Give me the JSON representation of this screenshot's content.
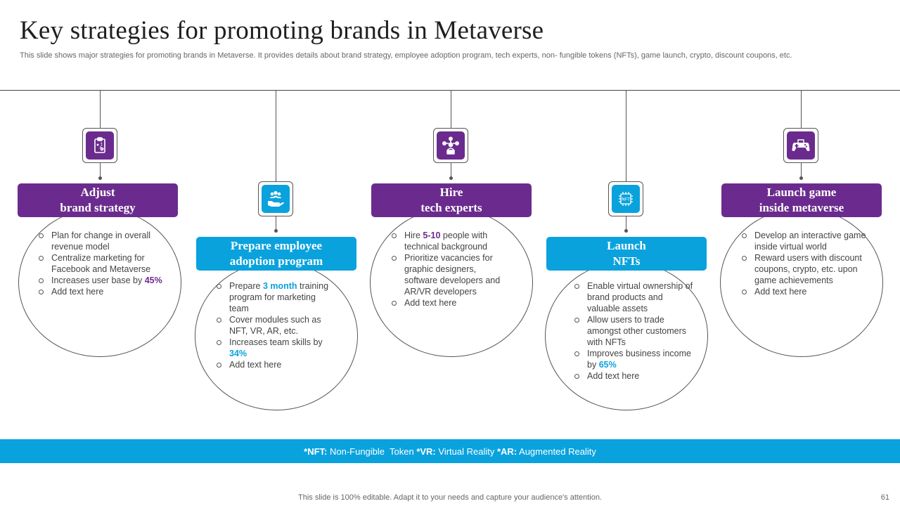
{
  "slide": {
    "title": "Key strategies for promoting brands in Metaverse",
    "subtitle": "This slide shows major strategies for promoting brands in Metaverse. It provides details about brand strategy, employee adoption program, tech experts, non- fungible tokens (NFTs), game launch, crypto,  discount coupons, etc.",
    "page_number": "61",
    "footer_note": "This slide is 100% editable. Adapt it to your needs and capture your audience's attention."
  },
  "colors": {
    "purple": "#6b2b8e",
    "blue": "#0aa2dd"
  },
  "legend": {
    "nft_key": "*NFT:",
    "nft_value": " Non-Fungible  Token ",
    "vr_key": "*VR:",
    "vr_value": " Virtual Reality ",
    "ar_key": "*AR:",
    "ar_value": " Augmented Reality"
  },
  "strategies": [
    {
      "icon": "clipboard-strategy-icon",
      "title_line1": "Adjust",
      "title_line2": "brand strategy",
      "bullets": [
        {
          "text": "Plan for change in overall revenue  model"
        },
        {
          "text": "Centralize marketing for Facebook and Metaverse"
        },
        {
          "pre": "Increases user base by ",
          "highlight": "45%"
        },
        {
          "text": "Add text here"
        }
      ]
    },
    {
      "icon": "hand-people-icon",
      "title_line1": "Prepare employee",
      "title_line2": "adoption program",
      "bullets": [
        {
          "pre": "Prepare ",
          "highlight": "3 month",
          "post": " training program for marketing team"
        },
        {
          "text": "Cover modules such as NFT, VR, AR, etc."
        },
        {
          "pre": "Increases team skills by ",
          "highlight": "34%"
        },
        {
          "text": "Add text here"
        }
      ]
    },
    {
      "icon": "tech-network-icon",
      "title_line1": "Hire",
      "title_line2": "tech experts",
      "bullets": [
        {
          "pre": "Hire ",
          "highlight": "5-10",
          "post": " people  with technical background"
        },
        {
          "text": "Prioritize vacancies  for graphic designers, software developers  and AR/VR developers"
        },
        {
          "text": "Add text here"
        }
      ]
    },
    {
      "icon": "nft-chip-icon",
      "title_line1": "Launch",
      "title_line2": "NFTs",
      "bullets": [
        {
          "text": "Enable virtual ownership of brand products and valuable  assets"
        },
        {
          "text": "Allow users to trade amongst other customers with NFTs"
        },
        {
          "pre": "Improves  business income by ",
          "highlight": "65%"
        },
        {
          "text": "Add text here"
        }
      ]
    },
    {
      "icon": "game-controller-icon",
      "title_line1": "Launch game",
      "title_line2": "inside metaverse",
      "bullets": [
        {
          "text": "Develop  an interactive game inside virtual world"
        },
        {
          "text": "Reward users with discount coupons, crypto, etc. upon game achievements"
        },
        {
          "text": "Add text here"
        }
      ]
    }
  ]
}
